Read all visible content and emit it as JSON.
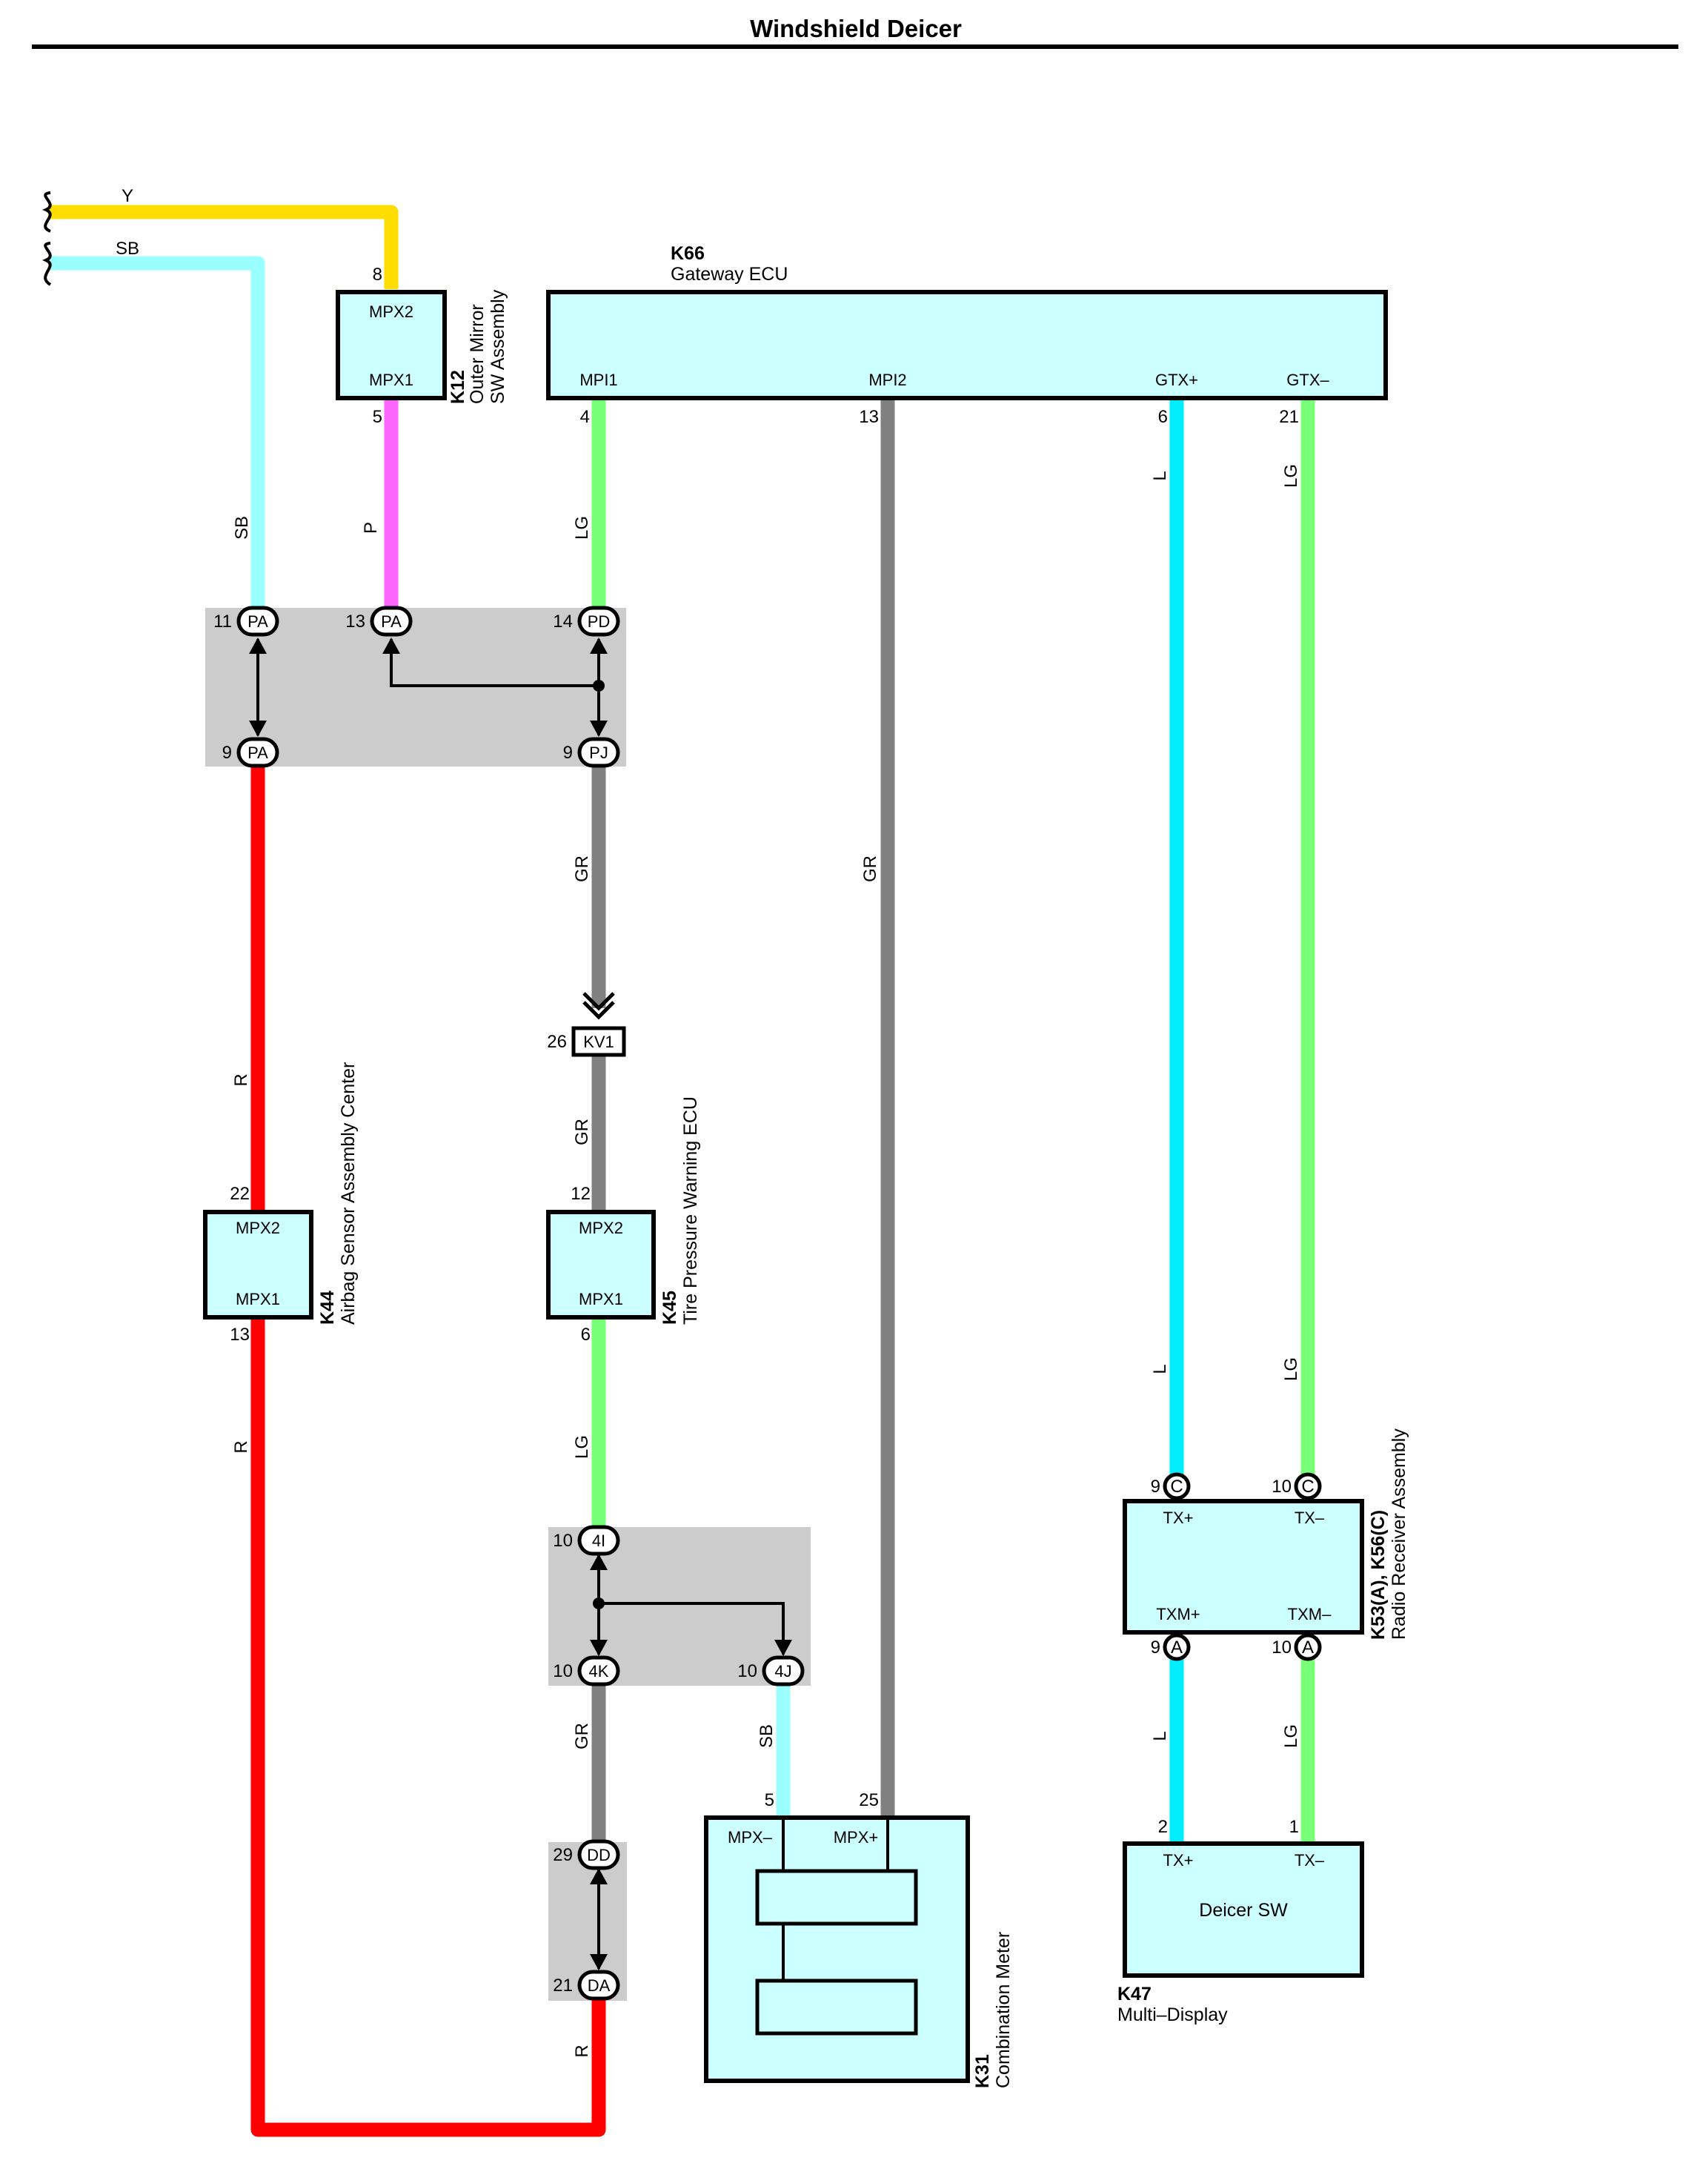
{
  "title": "Windshield Deicer",
  "colors": {
    "Y": "#ffdd00",
    "SB": "#99ffff",
    "P": "#ff66ff",
    "LG": "#77ff77",
    "GR": "#808080",
    "L": "#00eeff",
    "R": "#ff0000",
    "component_fill": "#ccffff",
    "junction_fill": "#cccccc"
  },
  "wire_labels": {
    "y_top": "Y",
    "sb_top": "SB",
    "sb_k12": "SB",
    "p_k12": "P",
    "lg_mpi1": "LG",
    "gr_mpi2": "GR",
    "l_gtxp": "L",
    "lg_gtxm": "LG",
    "gr_pj": "GR",
    "gr_kv1": "GR",
    "r_pa": "R",
    "r_k44": "R",
    "lg_k45": "LG",
    "l_radio": "L",
    "lg_radio": "LG",
    "gr_4k": "GR",
    "sb_4j": "SB",
    "r_da": "R",
    "l_txm": "L",
    "lg_txm": "LG"
  },
  "components": {
    "k12": {
      "code": "K12",
      "name_line1": "Outer Mirror",
      "name_line2": "SW Assembly",
      "t1": "MPX2",
      "t2": "MPX1",
      "pin1": "8",
      "pin2": "5"
    },
    "k66": {
      "code": "K66",
      "name": "Gateway ECU",
      "t1": "MPI1",
      "t2": "MPI2",
      "t3": "GTX+",
      "t4": "GTX–",
      "p1": "4",
      "p2": "13",
      "p3": "6",
      "p4": "21"
    },
    "k44": {
      "code": "K44",
      "name": "Airbag Sensor Assembly Center",
      "t1": "MPX2",
      "t2": "MPX1",
      "pin1": "22",
      "pin2": "13"
    },
    "k45": {
      "code": "K45",
      "name": "Tire Pressure Warning ECU",
      "t1": "MPX2",
      "t2": "MPX1",
      "pin1": "12",
      "pin2": "6"
    },
    "radio": {
      "code": "K53(A), K56(C)",
      "name": "Radio Receiver Assembly",
      "t1": "TX+",
      "t2": "TX–",
      "t3": "TXM+",
      "t4": "TXM–",
      "p1": "9",
      "p2": "10",
      "p3": "9",
      "p4": "10",
      "c1": "C",
      "c2": "C",
      "c3": "A",
      "c4": "A"
    },
    "k31": {
      "code": "K31",
      "name": "Combination Meter",
      "t1": "MPX–",
      "t2": "MPX+",
      "pin1": "5",
      "pin2": "25"
    },
    "k47": {
      "code": "K47",
      "name": "Multi–Display",
      "t1": "TX+",
      "t2": "TX–",
      "inner": "Deicer SW",
      "pin1": "2",
      "pin2": "1"
    }
  },
  "connectors": {
    "pa11": {
      "pin": "11",
      "code": "PA"
    },
    "pa13": {
      "pin": "13",
      "code": "PA"
    },
    "pd14": {
      "pin": "14",
      "code": "PD"
    },
    "pa9": {
      "pin": "9",
      "code": "PA"
    },
    "pj9": {
      "pin": "9",
      "code": "PJ"
    },
    "kv1": {
      "pin": "26",
      "code": "KV1"
    },
    "i4": {
      "pin": "10",
      "code": "4I"
    },
    "k4": {
      "pin": "10",
      "code": "4K"
    },
    "j4": {
      "pin": "10",
      "code": "4J"
    },
    "dd": {
      "pin": "29",
      "code": "DD"
    },
    "da": {
      "pin": "21",
      "code": "DA"
    }
  }
}
